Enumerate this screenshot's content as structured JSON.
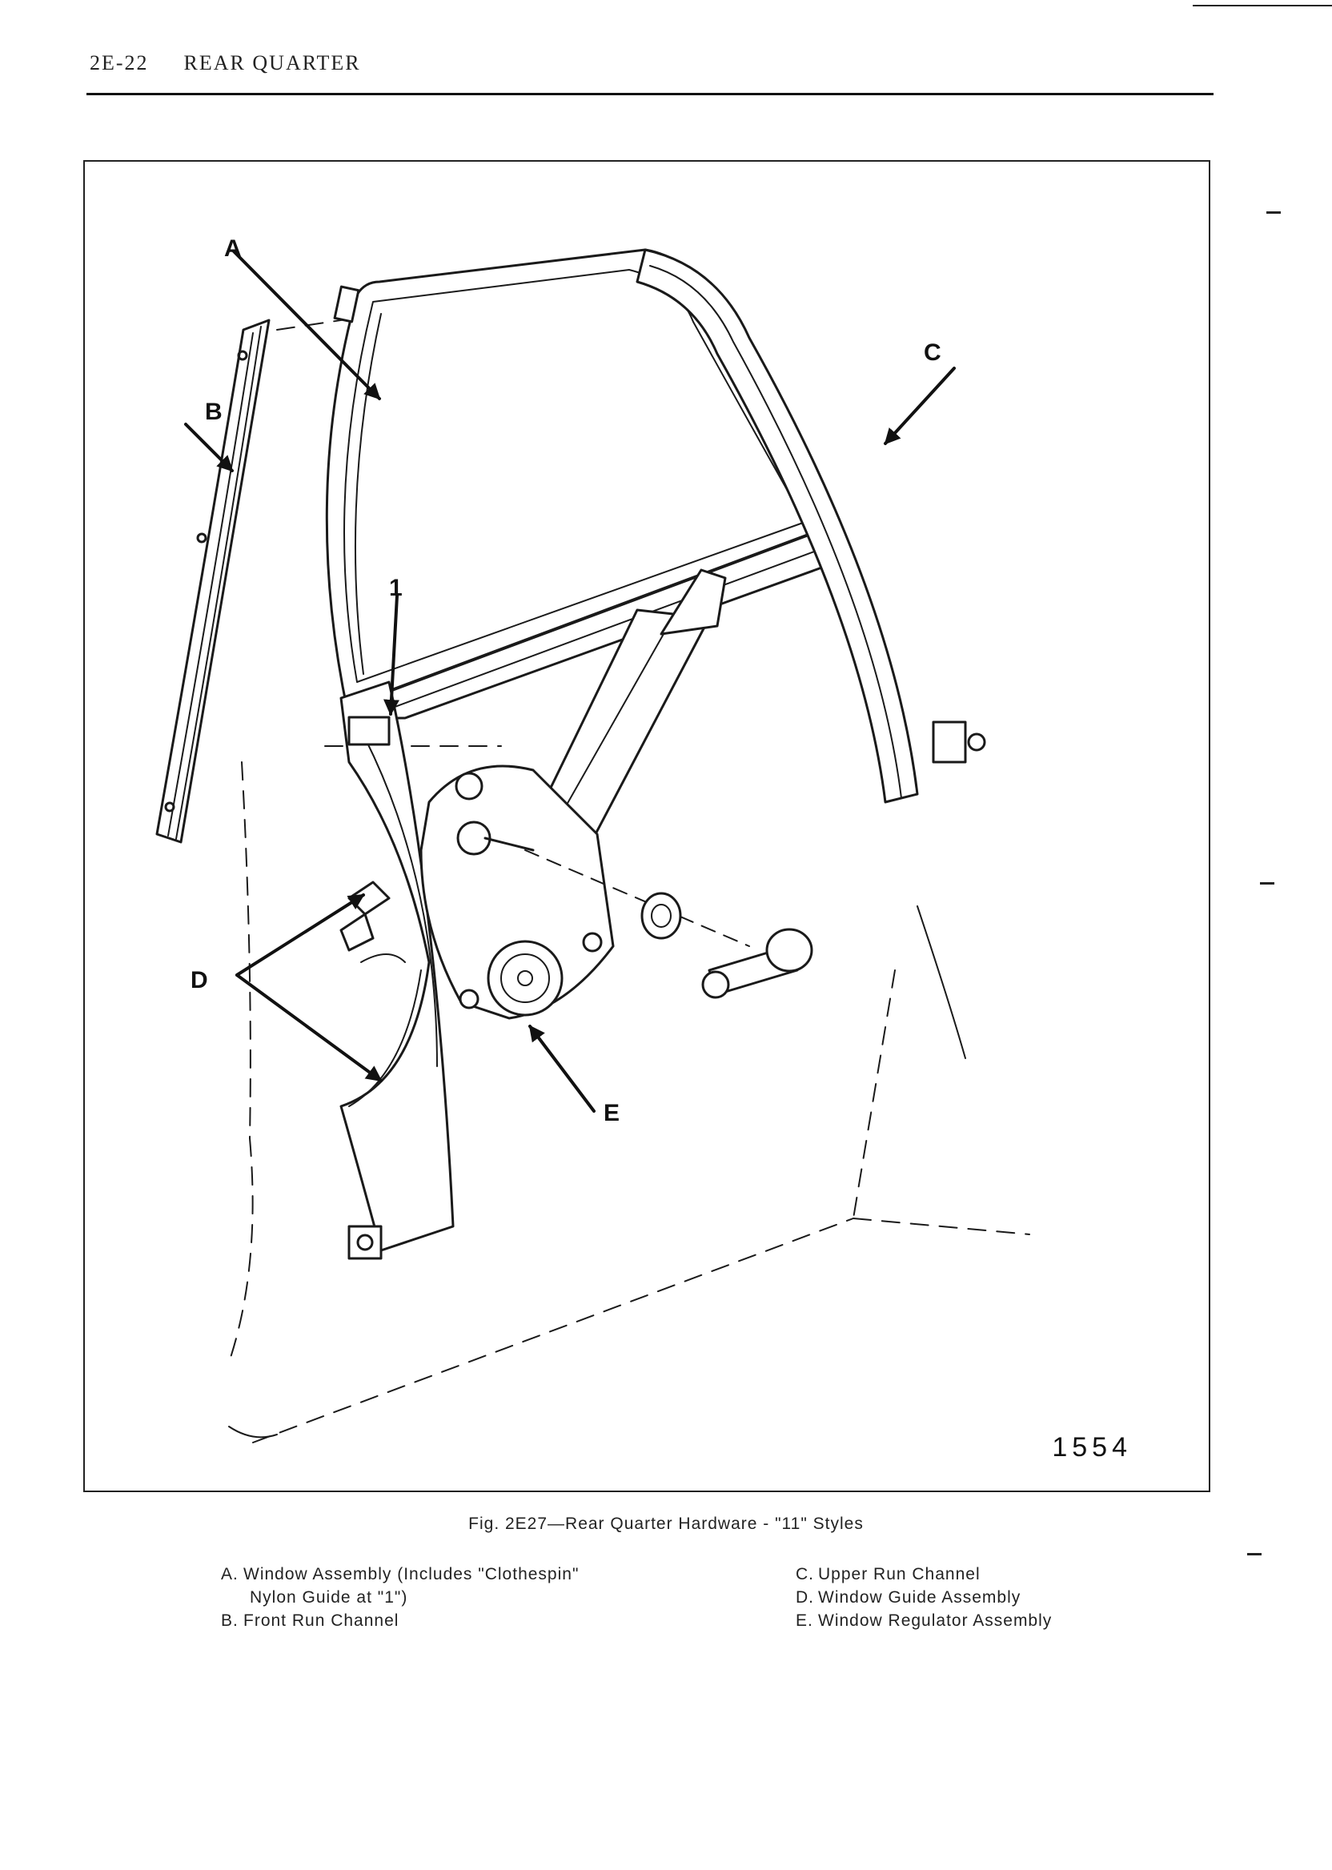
{
  "header": {
    "page_code": "2E-22",
    "section": "REAR QUARTER"
  },
  "figure": {
    "number_label": "1554",
    "callouts": {
      "a": "A",
      "b": "B",
      "c": "C",
      "d": "D",
      "e": "E",
      "one": "1"
    }
  },
  "caption": "Fig. 2E27—Rear Quarter Hardware - \"11\" Styles",
  "legend": {
    "left": [
      {
        "key": "A.",
        "text": "Window Assembly (Includes \"Clothespin\""
      },
      {
        "key": "",
        "text": "Nylon Guide at \"1\")"
      },
      {
        "key": "B.",
        "text": "Front Run Channel"
      }
    ],
    "right": [
      {
        "key": "C.",
        "text": "Upper Run Channel"
      },
      {
        "key": "D.",
        "text": "Window Guide Assembly"
      },
      {
        "key": "E.",
        "text": "Window Regulator Assembly"
      }
    ]
  }
}
